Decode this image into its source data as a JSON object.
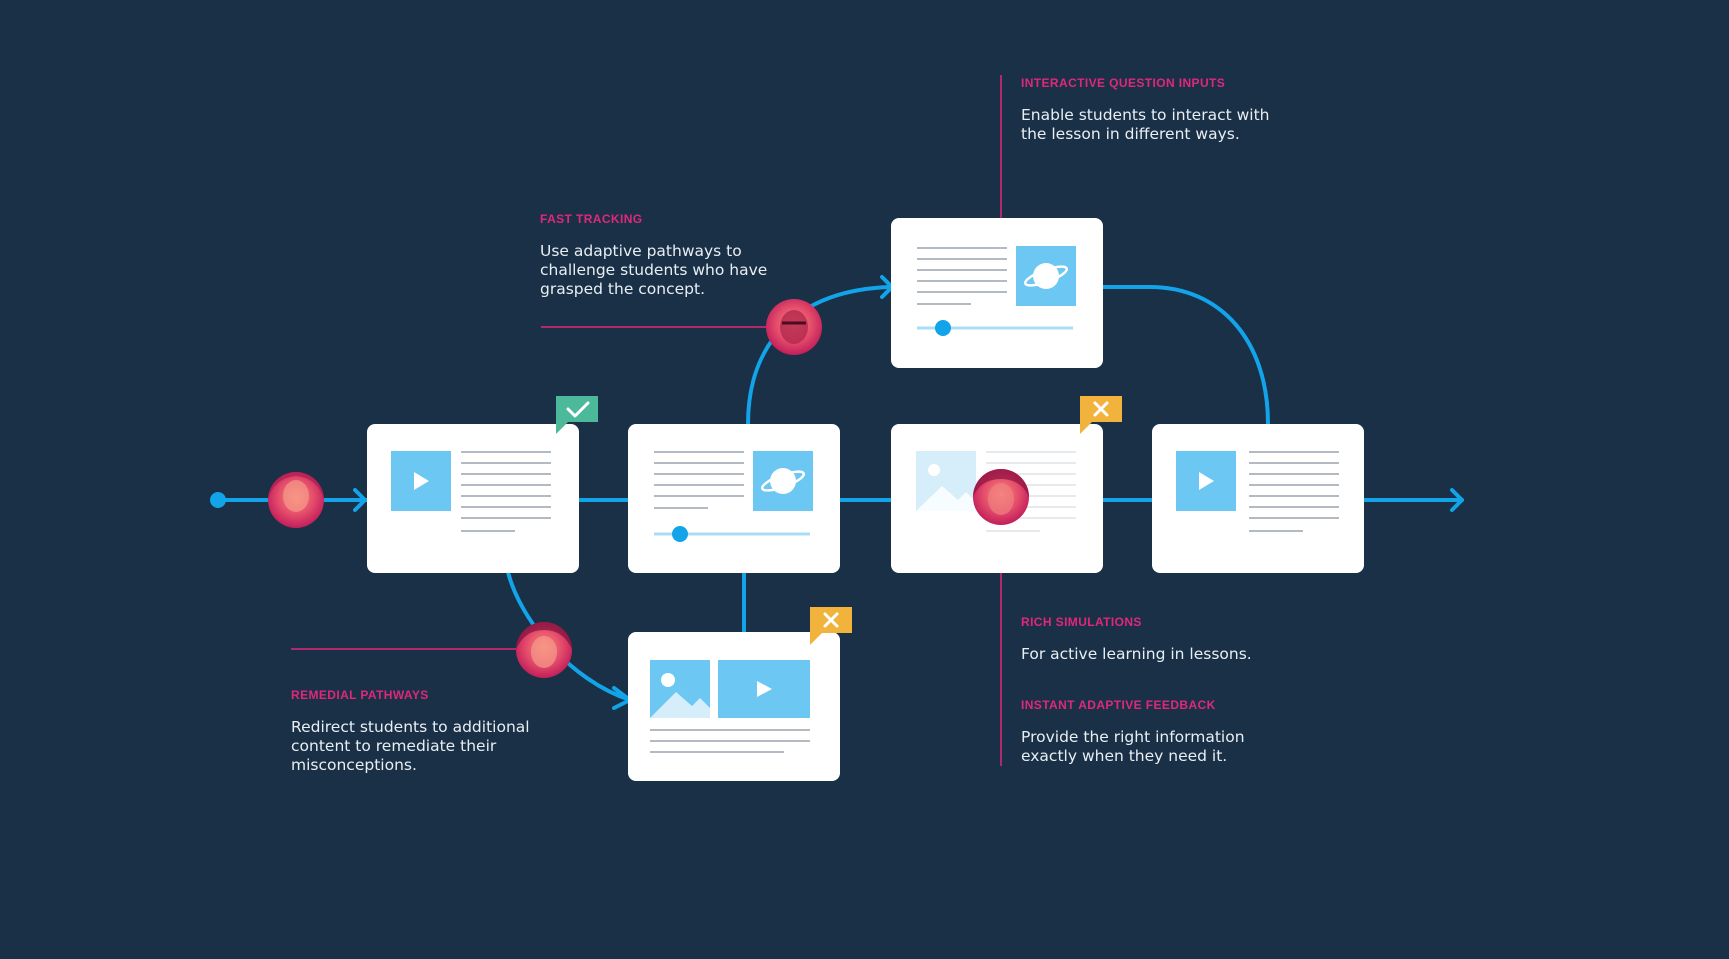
{
  "annotations": {
    "interactive_inputs": {
      "title": "INTERACTIVE QUESTION INPUTS",
      "body": "Enable students to interact with the lesson in different ways."
    },
    "fast_tracking": {
      "title": "FAST TRACKING",
      "body": "Use adaptive pathways to challenge students who have grasped the concept."
    },
    "remedial_pathways": {
      "title": "REMEDIAL PATHWAYS",
      "body": "Redirect students to additional content to remediate their misconceptions."
    },
    "rich_simulations": {
      "title": "RICH SIMULATIONS",
      "body": "For active learning in lessons."
    },
    "instant_feedback": {
      "title": "INSTANT ADAPTIVE FEEDBACK",
      "body": "Provide the right information exactly when they need it."
    }
  },
  "badges": {
    "correct": {
      "icon": "check-icon",
      "color": "#4cb99a"
    },
    "incorrect": {
      "icon": "x-icon",
      "color": "#f2b33d"
    }
  },
  "colors": {
    "background": "#193047",
    "path": "#12a3e8",
    "accent": "#e0287a",
    "card": "#ffffff",
    "media": "#6cc7f2",
    "media_light": "#d6eefa"
  }
}
